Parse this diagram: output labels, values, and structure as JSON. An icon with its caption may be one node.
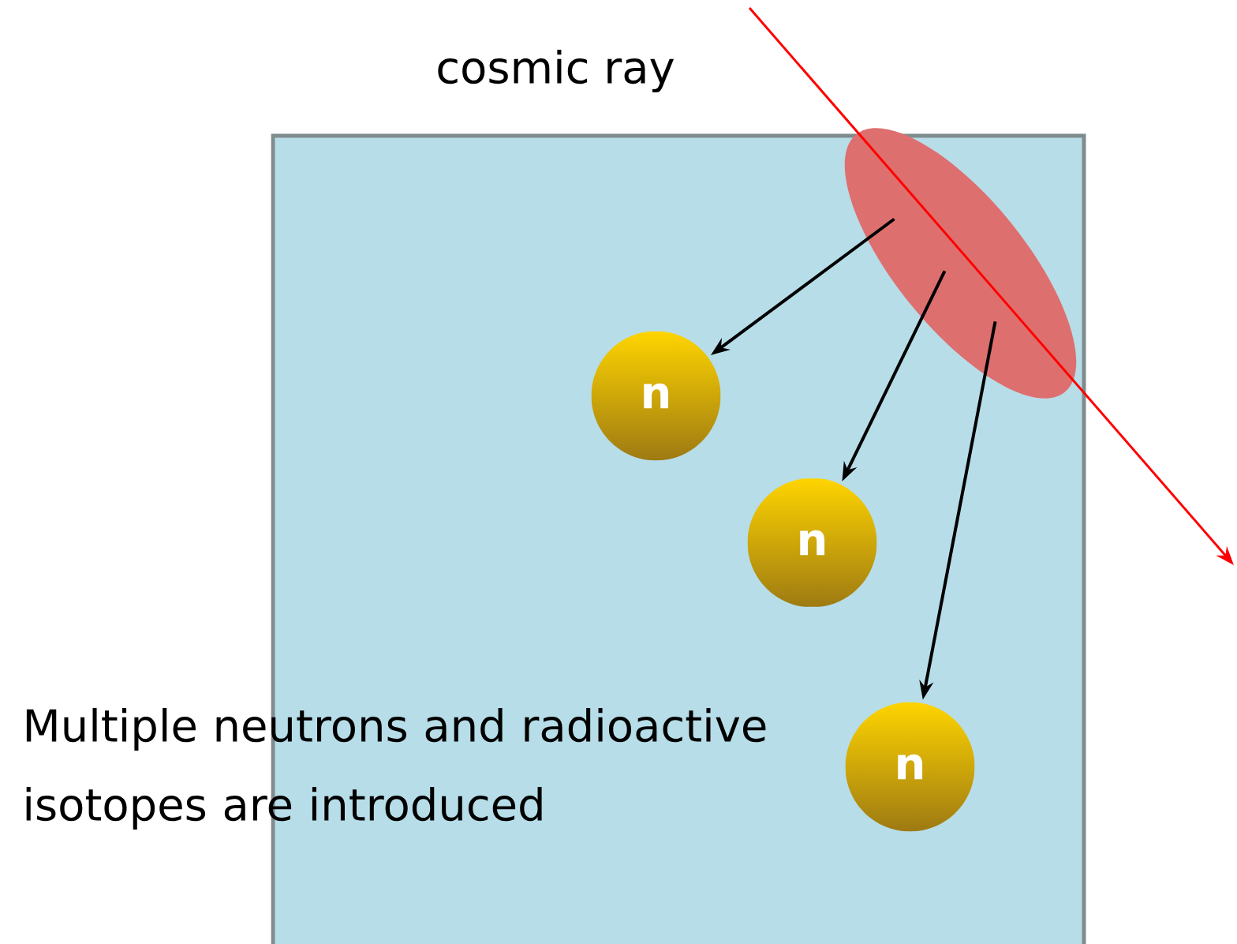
{
  "diagram": {
    "nodes": [
      {
        "text": [],
        "shape": "box"
      },
      {
        "text": [],
        "shape": "ellipse",
        "in": 0
      },
      {
        "text": [
          "n"
        ],
        "in": 0
      },
      {
        "text": [
          "n"
        ],
        "in": 0
      },
      {
        "text": [
          "n"
        ],
        "in": 0
      }
    ],
    "edges": [
      {
        "from": 1,
        "to": 2,
        "arrow": "to"
      },
      {
        "from": 1,
        "to": 3,
        "arrow": "to"
      },
      {
        "from": 1,
        "to": 4,
        "arrow": "to"
      }
    ],
    "labels": [
      "cosmic ray",
      "Multiple neutrons and radioactive isotopes are introduced"
    ]
  }
}
